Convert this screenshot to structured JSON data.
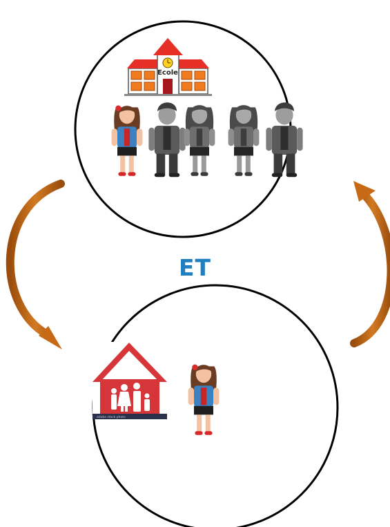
{
  "school": {
    "sign": "Ecole"
  },
  "connector": {
    "label": "ET"
  },
  "home": {
    "caption": "adobe stock photo"
  },
  "colors": {
    "arrow": "#c76a16",
    "arrow_dark": "#9a4d0c",
    "school_red": "#e63027",
    "school_orange": "#f07b1e",
    "house_red": "#d6363a",
    "connector_text": "#1f7fc1",
    "circle_stroke": "#000000"
  }
}
